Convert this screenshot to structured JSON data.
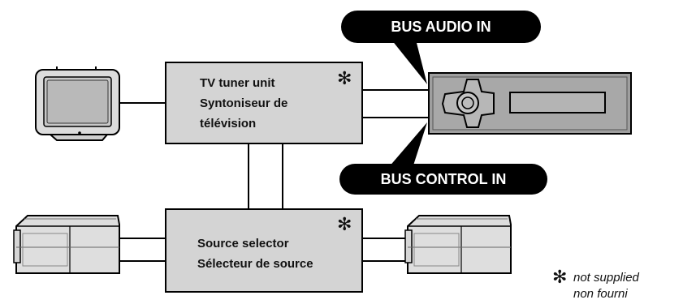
{
  "callouts": {
    "bus_audio_in": "BUS AUDIO IN",
    "bus_control_in": "BUS CONTROL IN"
  },
  "tv_tuner": {
    "line1": "TV tuner unit",
    "line2": "Syntoniseur de",
    "line3": "télévision",
    "mark": "✻"
  },
  "source_selector": {
    "line1": "Source selector",
    "line2": "Sélecteur de source",
    "mark": "✻"
  },
  "legend": {
    "mark": "✻",
    "line1": "not supplied",
    "line2": "non fourni"
  },
  "colors": {
    "box_fill": "#d4d4d4",
    "device_fill": "#e0e0e0",
    "callout_fill": "#000000",
    "line": "#000000"
  }
}
